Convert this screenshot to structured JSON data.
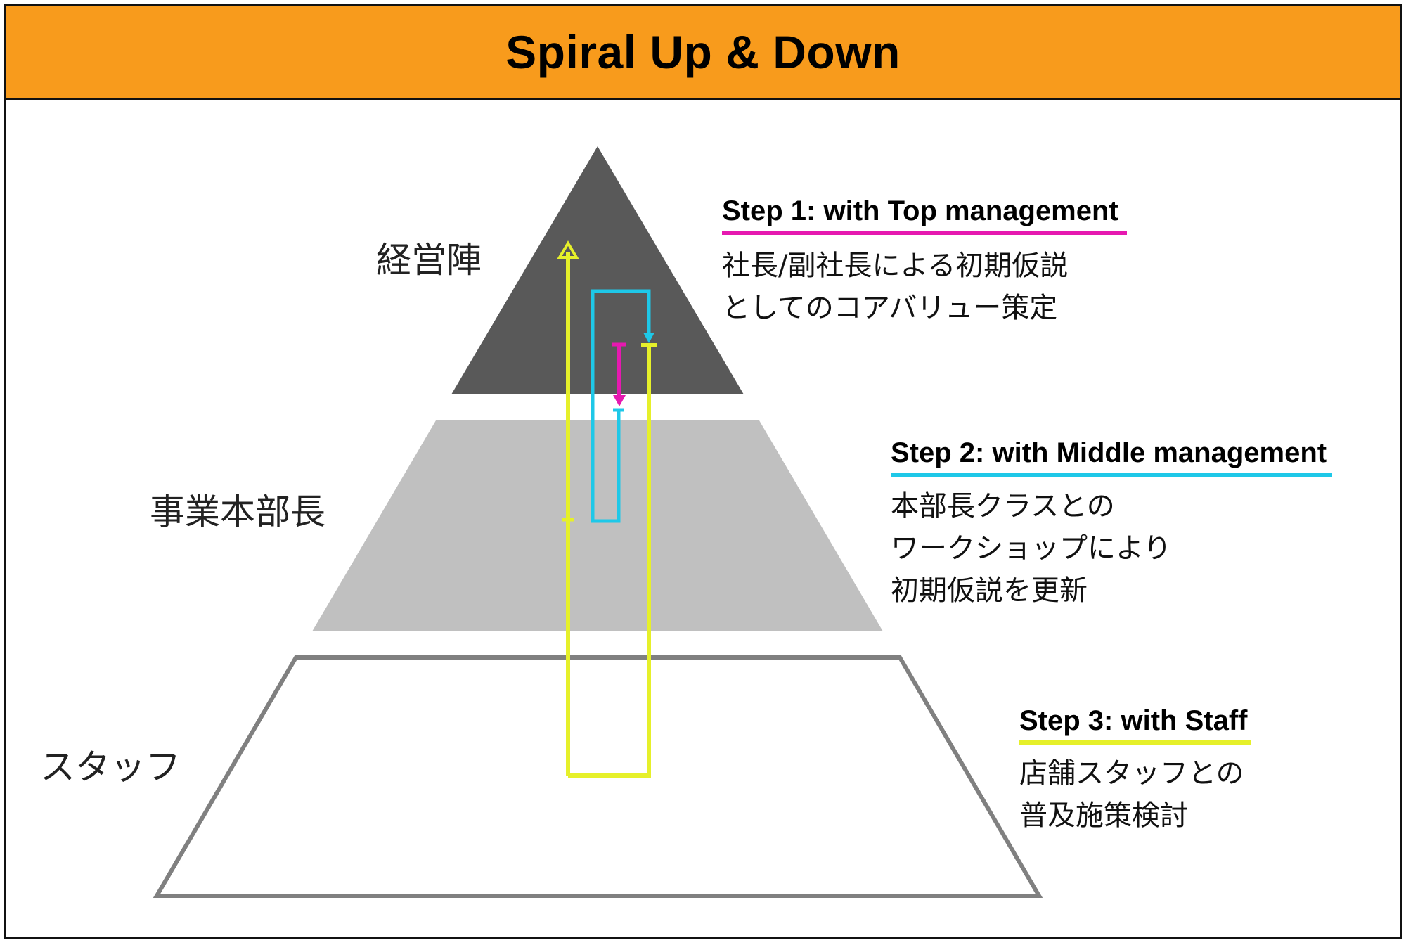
{
  "title": "Spiral Up & Down",
  "colors": {
    "header_bg": "#F89B1C",
    "top_tier": "#595959",
    "middle_tier": "#C0C0C0",
    "bottom_tier_outline": "#808080",
    "step1_accent": "#E619B0",
    "step2_accent": "#1EC8E8",
    "step3_accent": "#E6F02A"
  },
  "levels": {
    "top": "経営陣",
    "middle": "事業本部長",
    "bottom": "スタッフ"
  },
  "steps": [
    {
      "heading": "Step 1:  with Top management",
      "lines": [
        "社長/副社長による初期仮説",
        "としてのコアバリュー策定"
      ]
    },
    {
      "heading": "Step 2:  with Middle management",
      "lines": [
        "本部長クラスとの",
        "ワークショップにより",
        "初期仮説を更新"
      ]
    },
    {
      "heading": "Step 3:  with Staff",
      "lines": [
        "店舗スタッフとの",
        "普及施策検討"
      ]
    }
  ]
}
